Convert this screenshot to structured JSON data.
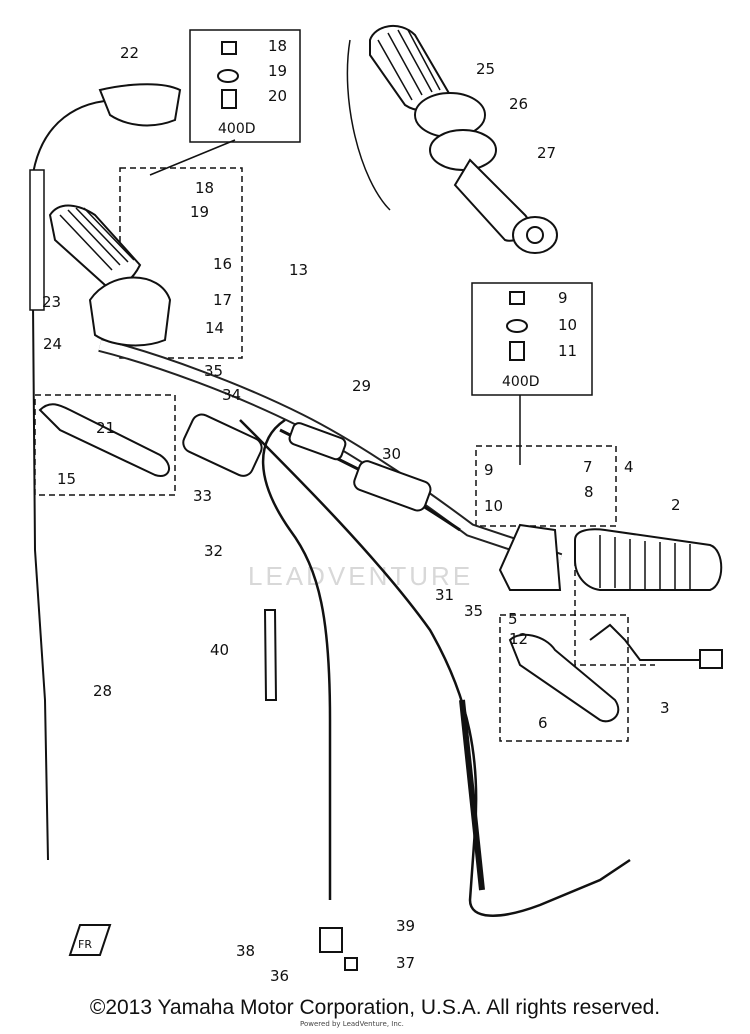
{
  "diagram": {
    "callouts": [
      "22",
      "18",
      "19",
      "20",
      "25",
      "26",
      "27",
      "18",
      "19",
      "16",
      "17",
      "13",
      "14",
      "23",
      "24",
      "35",
      "34",
      "21",
      "15",
      "9",
      "10",
      "11",
      "29",
      "30",
      "9",
      "7",
      "4",
      "10",
      "8",
      "2",
      "33",
      "32",
      "31",
      "35",
      "5",
      "12",
      "40",
      "28",
      "6",
      "3",
      "39",
      "38",
      "36",
      "37"
    ],
    "box_labels": [
      "400D",
      "400D"
    ],
    "watermark": "LEADVENTURE",
    "fr_mark": "FR"
  },
  "footer": {
    "copyright": "©2013 Yamaha Motor Corporation, U.S.A. All rights reserved.",
    "small_print": "Powered by LeadVenture, Inc."
  }
}
